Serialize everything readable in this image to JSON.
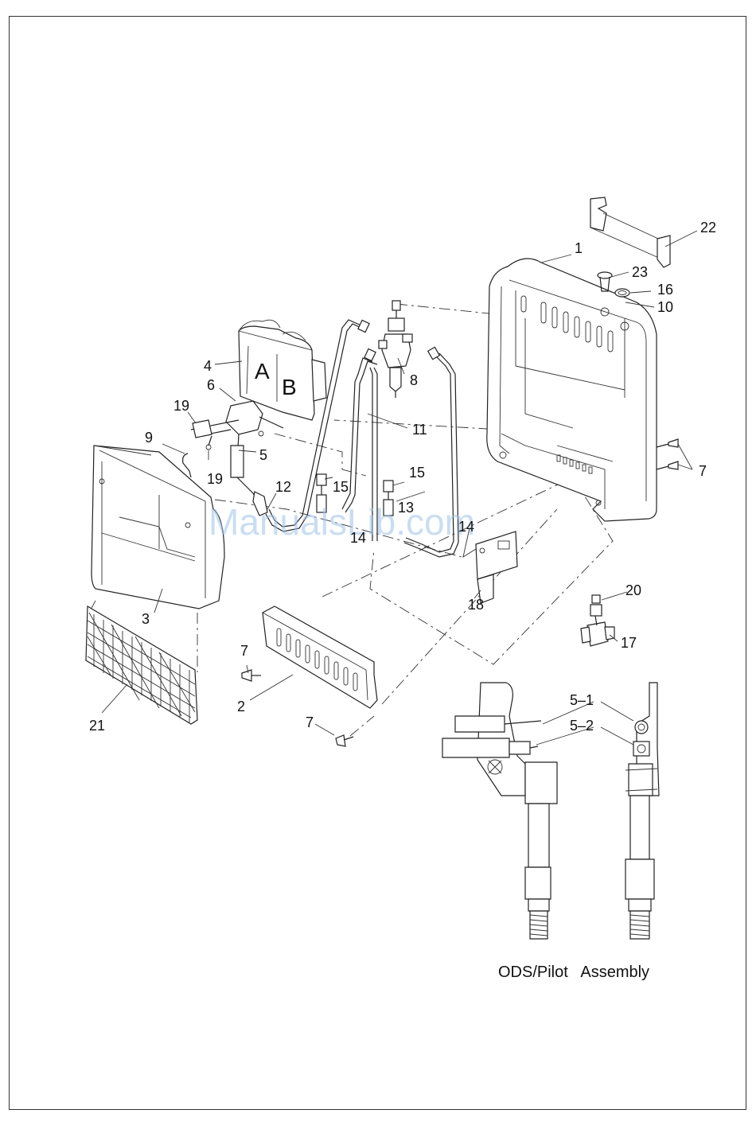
{
  "watermark": "ManualsLib.com",
  "panel_letters": {
    "a": "A",
    "b": "B"
  },
  "labels": {
    "l1": "1",
    "l2": "2",
    "l3": "3",
    "l4": "4",
    "l5": "5",
    "l6": "6",
    "l7a": "7",
    "l7b": "7",
    "l7c": "7",
    "l8": "8",
    "l9": "9",
    "l10": "10",
    "l11": "11",
    "l12": "12",
    "l13": "13",
    "l14a": "14",
    "l14b": "14",
    "l15a": "15",
    "l15b": "15",
    "l16": "16",
    "l17": "17",
    "l18": "18",
    "l19a": "19",
    "l19b": "19",
    "l20": "20",
    "l21": "21",
    "l22": "22",
    "l23": "23",
    "l5_1": "5–1",
    "l5_2": "5–2"
  },
  "caption": "ODS/Pilot   Assembly"
}
